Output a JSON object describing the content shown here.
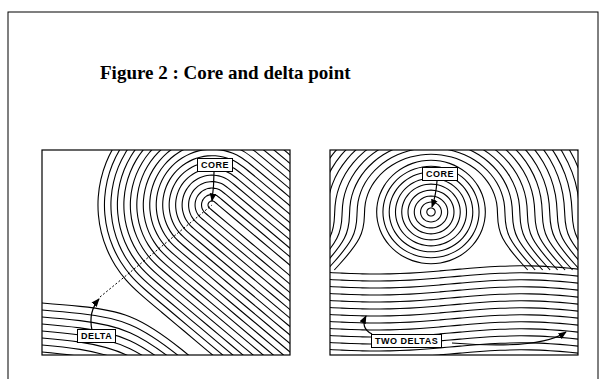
{
  "diagram": {
    "title": "Figure 2 : Core and delta point",
    "nodes": [
      {
        "text": [
          "CORE"
        ]
      },
      {
        "text": [
          "DELTA"
        ]
      },
      {
        "text": [
          "CORE"
        ]
      },
      {
        "text": [
          "TWO DELTAS"
        ]
      }
    ]
  }
}
